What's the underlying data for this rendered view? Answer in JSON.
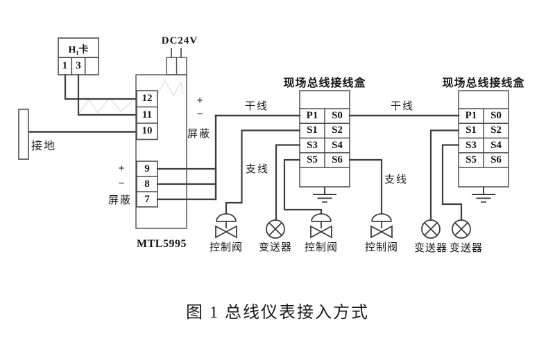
{
  "diagram": {
    "caption": "图 1 总线仪表接入方式",
    "power": {
      "label": "DC24V"
    },
    "h1_card": {
      "title": "H₁卡",
      "cells": [
        "1",
        "3",
        ""
      ]
    },
    "ground": {
      "label": "接地"
    },
    "mtl": {
      "model": "MTL5995",
      "upper_terminals": [
        "12",
        "11",
        "10"
      ],
      "lower_terminals": [
        "9",
        "8",
        "7"
      ],
      "annotations": {
        "plus": "+",
        "minus": "−",
        "shield": "屏蔽"
      }
    },
    "labels": {
      "trunk": "干线",
      "branch": "支线"
    },
    "junction_box": {
      "title": "现场总线接线盒",
      "cells": [
        "P1",
        "S0",
        "S1",
        "S2",
        "S3",
        "S4",
        "S5",
        "S6"
      ]
    },
    "devices": {
      "control_valve": "控制阀",
      "transmitter": "变送器"
    },
    "colors": {
      "line": "#3d3d3d",
      "box_stroke": "#4d4d4d",
      "text": "#1b1b1b",
      "background": "#ffffff"
    }
  }
}
